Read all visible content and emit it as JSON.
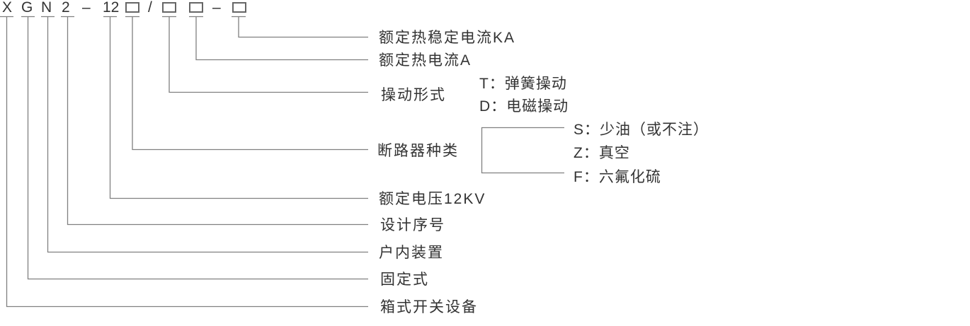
{
  "colors": {
    "text": "#333333",
    "leader_line": "#808080",
    "placeholder_box_border": "#666666"
  },
  "model_code": {
    "segment_x": "X",
    "segment_g": "G",
    "segment_n": "N",
    "segment_2": "2",
    "dash_1": "–",
    "segment_12": "12",
    "slash": "/",
    "dash_2": "–"
  },
  "annotations": {
    "rated_thermal_stability_current": "额定热稳定电流KA",
    "rated_thermal_current": "额定热电流A",
    "operating_mechanism": "操动形式",
    "operating_mechanism_options": [
      "T：弹簧操动",
      "D：电磁操动"
    ],
    "circuit_breaker_type": "断路器种类",
    "circuit_breaker_type_options": [
      "S：少油（或不注）",
      "Z：真空",
      "F：六氟化硫"
    ],
    "rated_voltage": "额定电压12KV",
    "design_serial_number": "设计序号",
    "indoor_installation": "户内装置",
    "fixed_type": "固定式",
    "box_type_switchgear": "箱式开关设备"
  }
}
